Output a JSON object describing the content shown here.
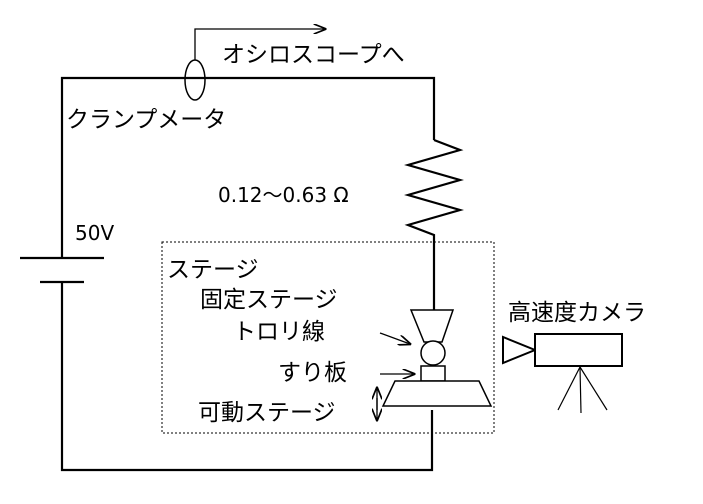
{
  "labels": {
    "oscilloscope": "オシロスコープへ",
    "clamp_meter": "クランプメータ",
    "resistance": "0.12～0.63 Ω",
    "voltage": "50V",
    "stage": "ステージ",
    "fixed_stage": "固定ステージ",
    "trolley_wire": "トロリ線",
    "contact_strip": "すり板",
    "movable_stage": "可動ステージ",
    "camera": "高速度カメラ"
  }
}
